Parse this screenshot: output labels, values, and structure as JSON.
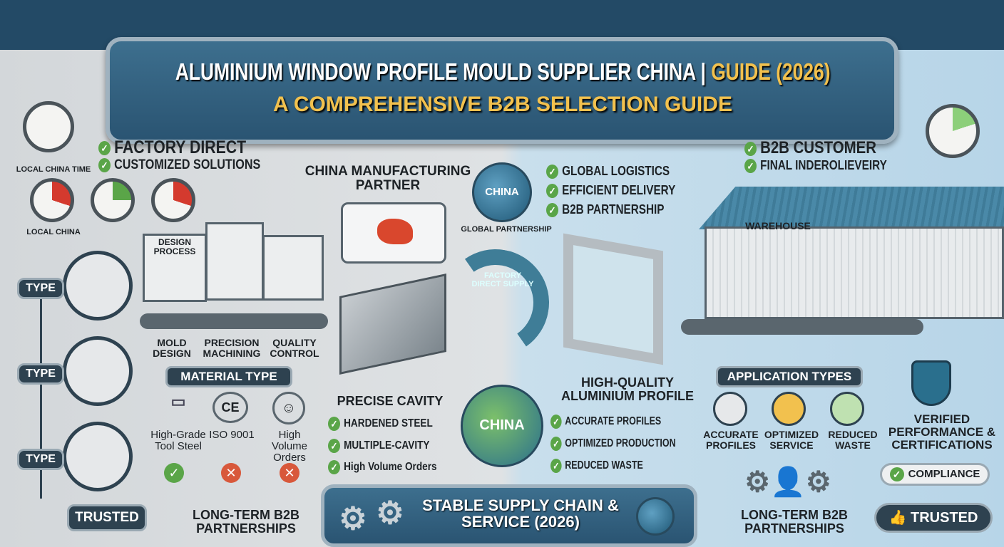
{
  "header": {
    "title_main": "ALUMINIUM WINDOW PROFILE MOULD SUPPLIER CHINA | ",
    "title_accent": "GUIDE (2026)",
    "subtitle": "A COMPREHENSIVE B2B SELECTION GUIDE"
  },
  "left": {
    "clock_label_1": "LOCAL CHINA TIME",
    "clock_label_2": "LOCAL CHINA",
    "checks": [
      "FACTORY DIRECT",
      "CUSTOMIZED SOLUTIONS"
    ],
    "type_labels": [
      "TYPE",
      "TYPE",
      "TYPE"
    ],
    "trusted": "TRUSTED"
  },
  "factory": {
    "design": "DESIGN PROCESS",
    "steps": [
      "MOLD DESIGN",
      "PRECISION MACHINING",
      "QUALITY CONTROL"
    ]
  },
  "material": {
    "heading": "MATERIAL TYPE",
    "items": [
      {
        "label": "High-Grade Tool Steel",
        "icon": "steel-bar-icon",
        "status": "check"
      },
      {
        "label": "ISO 9001",
        "icon": "ce-mark-icon",
        "status": "cross"
      },
      {
        "label": "High Volume Orders",
        "icon": "people-icon",
        "status": "cross"
      }
    ],
    "footer": "LONG-TERM B2B PARTNERSHIPS"
  },
  "center": {
    "partner": "CHINA MANUFACTURING PARTNER",
    "arrow": "FACTORY DIRECT SUPPLY",
    "globe_top": "CHINA",
    "globe_top_label": "GLOBAL PARTNERSHIP",
    "globe_bottom": "CHINA",
    "logistics": [
      "GLOBAL LOGISTICS",
      "EFFICIENT DELIVERY",
      "B2B PARTNERSHIP"
    ],
    "cavity_heading": "PRECISE CAVITY",
    "cavity": [
      "HARDENED STEEL",
      "MULTIPLE-CAVITY",
      "High Volume Orders"
    ],
    "profile_heading": "HIGH-QUALITY ALUMINIUM PROFILE",
    "profile": [
      "ACCURATE PROFILES",
      "OPTIMIZED PRODUCTION",
      "REDUCED WASTE"
    ]
  },
  "right": {
    "checks": [
      "B2B CUSTOMER",
      "FINAL INDEROLIEVEIRY"
    ],
    "warehouse": "WAREHOUSE",
    "app_heading": "APPLICATION TYPES",
    "apps": [
      "ACCURATE PROFILES",
      "OPTIMIZED SERVICE",
      "REDUCED WASTE"
    ],
    "verified": "VERIFIED PERFORMANCE & CERTIFICATIONS",
    "compliance": "COMPLIANCE",
    "footer": "LONG-TERM B2B PARTNERSHIPS",
    "trusted": "TRUSTED"
  },
  "bottom": {
    "text": "STABLE SUPPLY CHAIN & SERVICE (2026)"
  },
  "colors": {
    "navy": "#2a5472",
    "gold": "#f2c14e",
    "check": "#5aa548",
    "cross": "#d8583b"
  }
}
